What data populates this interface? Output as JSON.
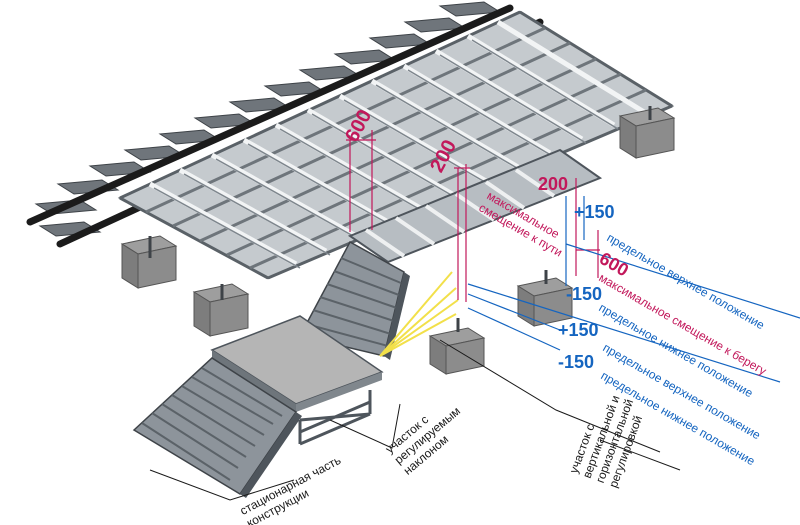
{
  "colors": {
    "magenta": "#c2185b",
    "blue": "#1565c0",
    "steel": "#8d949b",
    "steel_dark": "#4e555c",
    "rail": "#1b1b1b",
    "concrete": "#9e9e9e",
    "guide_line": "#1a1a1a"
  },
  "dimensions": {
    "gap_600": "600",
    "gap_200": "200",
    "shift_track_value": "200",
    "shift_track_text_1": "максимальное",
    "shift_track_text_2": "смещение к пути",
    "shift_shore_value": "600",
    "shift_shore_text": "максимальное смещение к берегу"
  },
  "positions": {
    "upper_1_value": "+150",
    "upper_1_text": "предельное верхнее положение",
    "lower_1_value": "-150",
    "lower_1_text": "предельное нижнее положение",
    "upper_2_value": "+150",
    "upper_2_text": "предельное верхнее положение",
    "lower_2_value": "-150",
    "lower_2_text": "предельное нижнее положение"
  },
  "sections": {
    "stationary_1": "стационарная часть",
    "stationary_2": "конструкции",
    "tilt_1": "участок с",
    "tilt_2": "регулируемым",
    "tilt_3": "наклоном",
    "adjust_1": "участок с",
    "adjust_2": "вертикальной и",
    "adjust_3": "горизонтальной",
    "adjust_4": "регулировкой"
  }
}
